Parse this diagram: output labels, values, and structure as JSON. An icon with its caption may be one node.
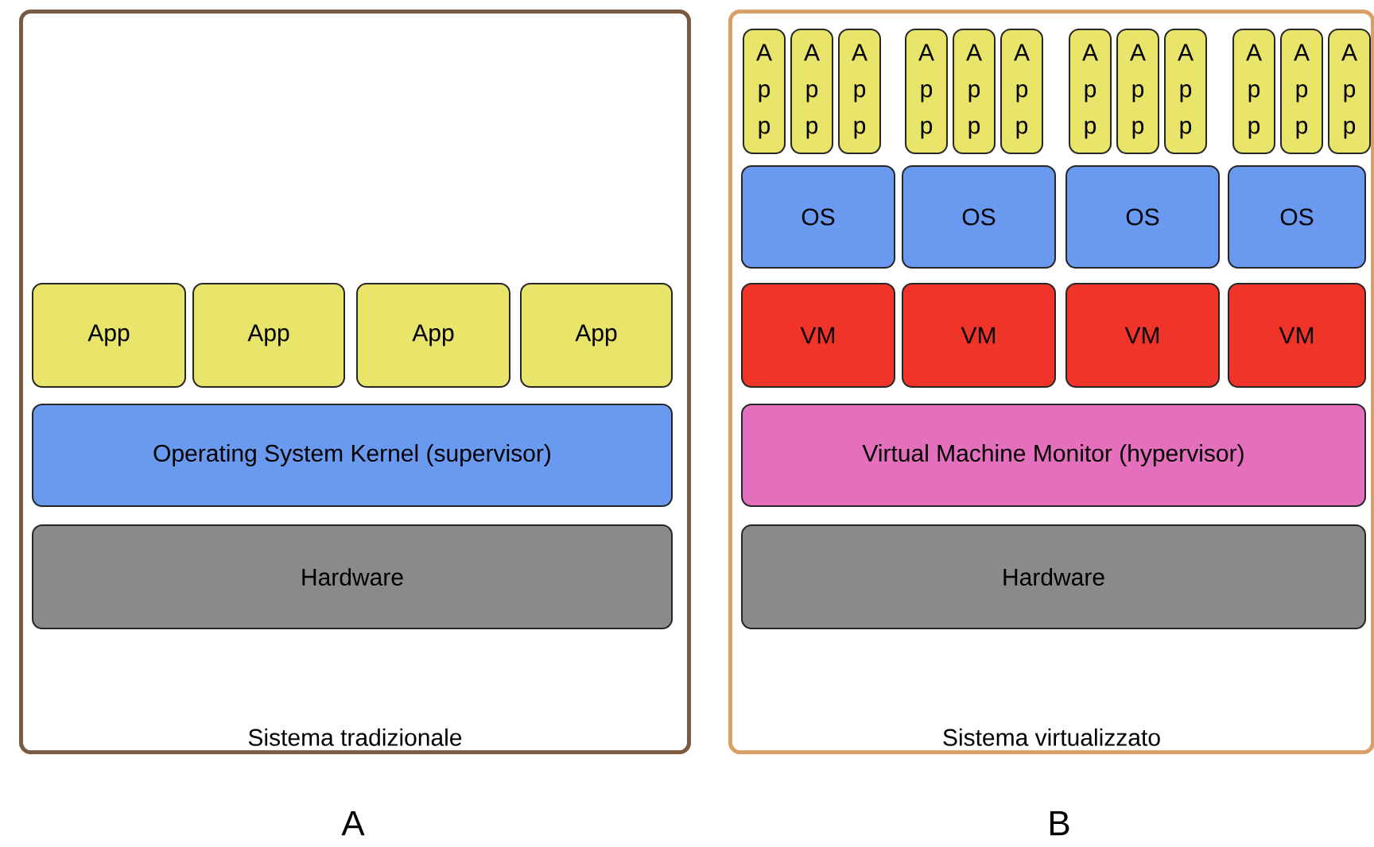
{
  "diagram": {
    "nodes": [
      {
        "text": [
          "Sistema tradizionale"
        ]
      },
      {
        "text": [
          "App"
        ],
        "in": 0
      },
      {
        "text": [
          "App"
        ],
        "in": 0
      },
      {
        "text": [
          "App"
        ],
        "in": 0
      },
      {
        "text": [
          "App"
        ],
        "in": 0
      },
      {
        "text": [
          "Operating System Kernel (supervisor)"
        ],
        "in": 0
      },
      {
        "text": [
          "Hardware"
        ],
        "in": 0
      },
      {
        "text": [
          "Sistema virtualizzato"
        ]
      },
      {
        "text": [
          "App"
        ],
        "in": 7
      },
      {
        "text": [
          "App"
        ],
        "in": 7
      },
      {
        "text": [
          "App"
        ],
        "in": 7
      },
      {
        "text": [
          "App"
        ],
        "in": 7
      },
      {
        "text": [
          "App"
        ],
        "in": 7
      },
      {
        "text": [
          "App"
        ],
        "in": 7
      },
      {
        "text": [
          "App"
        ],
        "in": 7
      },
      {
        "text": [
          "App"
        ],
        "in": 7
      },
      {
        "text": [
          "App"
        ],
        "in": 7
      },
      {
        "text": [
          "App"
        ],
        "in": 7
      },
      {
        "text": [
          "App"
        ],
        "in": 7
      },
      {
        "text": [
          "App"
        ],
        "in": 7
      },
      {
        "text": [
          "OS"
        ],
        "in": 7
      },
      {
        "text": [
          "OS"
        ],
        "in": 7
      },
      {
        "text": [
          "OS"
        ],
        "in": 7
      },
      {
        "text": [
          "OS"
        ],
        "in": 7
      },
      {
        "text": [
          "VM"
        ],
        "in": 7
      },
      {
        "text": [
          "VM"
        ],
        "in": 7
      },
      {
        "text": [
          "VM"
        ],
        "in": 7
      },
      {
        "text": [
          "VM"
        ],
        "in": 7
      },
      {
        "text": [
          "Virtual Machine Monitor (hypervisor)"
        ],
        "in": 7
      },
      {
        "text": [
          "Hardware"
        ],
        "in": 7
      }
    ],
    "labels": [
      "A",
      "B"
    ]
  }
}
